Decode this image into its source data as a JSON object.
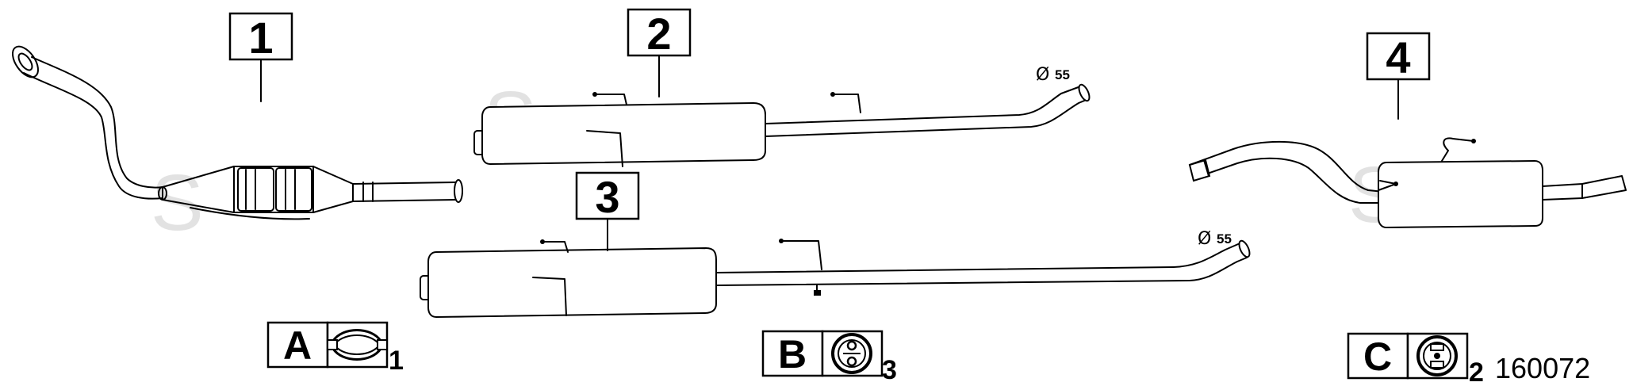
{
  "parts": [
    {
      "number": "1"
    },
    {
      "number": "2",
      "diameter": "55"
    },
    {
      "number": "3",
      "diameter": "55"
    },
    {
      "number": "4"
    }
  ],
  "diameter_symbol": "Ø",
  "accessories": [
    {
      "letter": "A",
      "quantity": "1",
      "icon": "clamp-icon"
    },
    {
      "letter": "B",
      "quantity": "3",
      "icon": "rubber-mount-icon"
    },
    {
      "letter": "C",
      "quantity": "2",
      "icon": "rubber-mount-icon"
    }
  ],
  "watermark": "S",
  "reference_number": "160072"
}
